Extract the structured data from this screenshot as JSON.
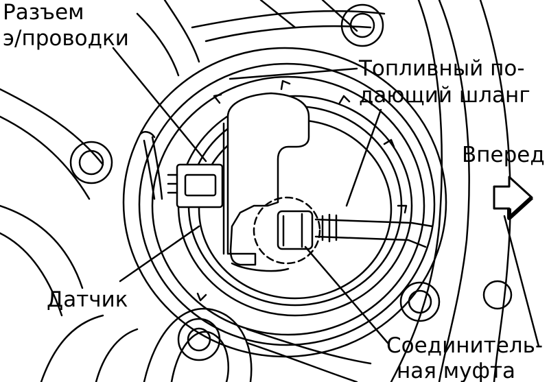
{
  "labels": {
    "connector_line1": "Разъем",
    "connector_line2": "э/проводки",
    "hose_line1": "Топливный по-",
    "hose_line2": "дающий шланг",
    "forward": "Вперед",
    "sensor": "Датчик",
    "coupling_line1": "Соединитель-",
    "coupling_line2": "ная муфта"
  },
  "colors": {
    "ink": "#000000",
    "paper": "#ffffff"
  },
  "icons": {
    "direction": "right-arrow-icon"
  }
}
